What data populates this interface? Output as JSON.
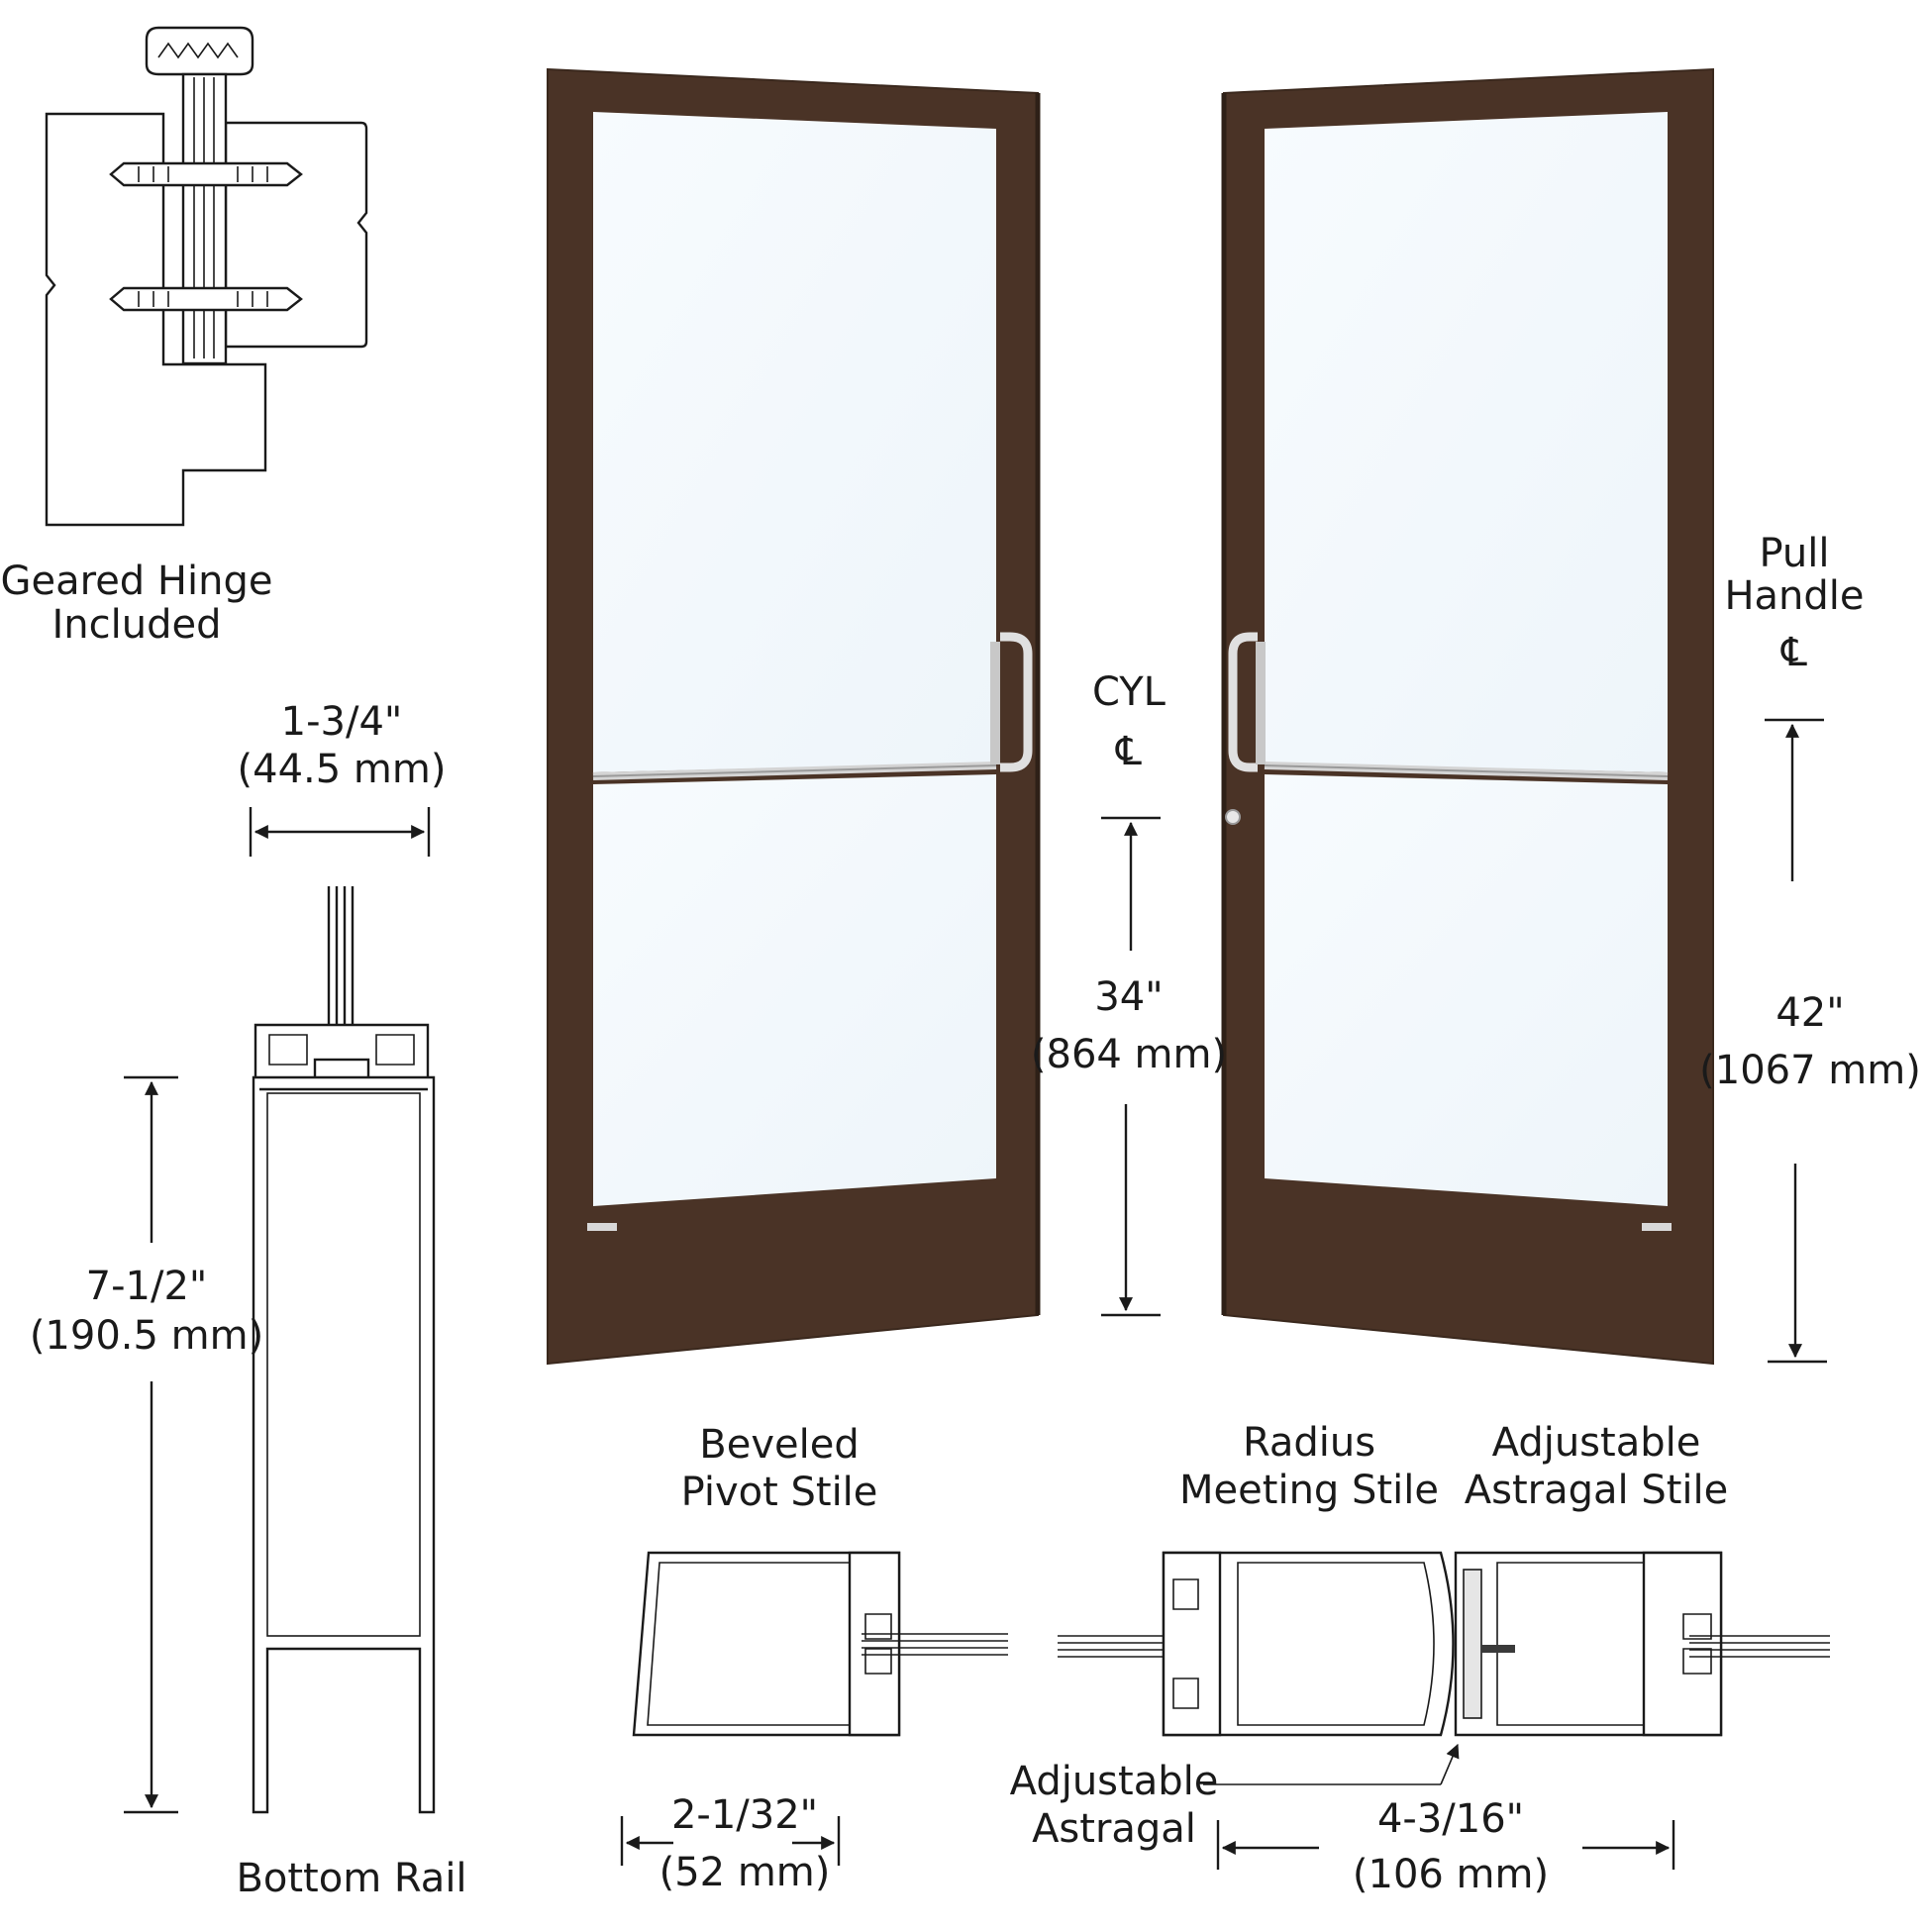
{
  "colors": {
    "frame": "#4a3326",
    "frame_dark": "#3a281d",
    "glass": "#f5fafd",
    "hardware": "#c8c8c8",
    "line": "#1a1a1a"
  },
  "labels": {
    "hinge": [
      "Geared Hinge",
      "Included"
    ],
    "bottom_rail_width": [
      "1-3/4\"",
      "(44.5 mm)"
    ],
    "bottom_rail_height": [
      "7-1/2\"",
      "(190.5 mm)"
    ],
    "bottom_rail": "Bottom Rail",
    "cyl": [
      "CYL",
      "℄"
    ],
    "cyl_height": [
      "34\"",
      "(864 mm)"
    ],
    "pull_handle": [
      "Pull",
      "Handle",
      "℄"
    ],
    "pull_height": [
      "42\"",
      "(1067 mm)"
    ],
    "pivot_stile": [
      "Beveled",
      "Pivot Stile"
    ],
    "pivot_width": [
      "2-1/32\"",
      "(52 mm)"
    ],
    "meeting_stile": [
      "Radius",
      "Meeting Stile"
    ],
    "astragal_stile": [
      "Adjustable",
      "Astragal Stile"
    ],
    "astragal": [
      "Adjustable",
      "Astragal"
    ],
    "pair_width": [
      "4-3/16\"",
      "(106 mm)"
    ]
  }
}
